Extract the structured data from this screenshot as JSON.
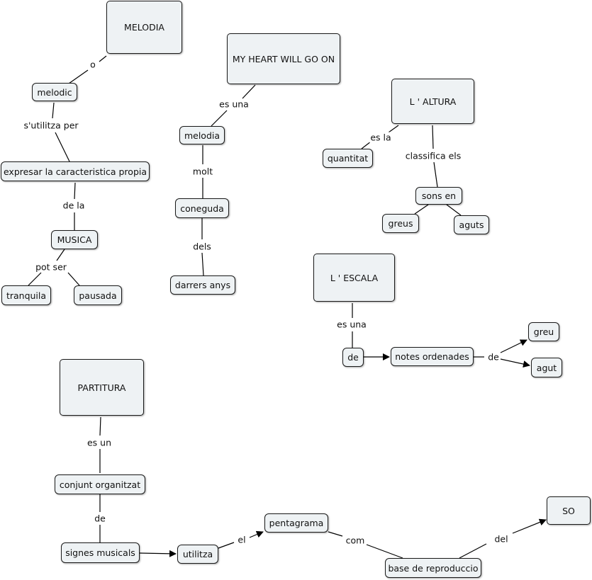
{
  "concepts": {
    "melodia_top": "MELODIA",
    "heart": "MY HEART WILL GO ON",
    "altura": "L ' ALTURA",
    "melodic": "melodic",
    "expresar": "expresar la caracteristica propia",
    "musica": "MUSICA",
    "tranquila": "tranquila",
    "pausada": "pausada",
    "melodia": "melodia",
    "coneguda": "coneguda",
    "darrers": "darrers anys",
    "quantitat": "quantitat",
    "sons": "sons en",
    "greus": "greus",
    "aguts": "aguts",
    "escala": "L ' ESCALA",
    "de_node": "de",
    "notes": "notes ordenades",
    "greu": "greu",
    "agut": "agut",
    "partitura": "PARTITURA",
    "conjunt": "conjunt organitzat",
    "signes": "signes musicals",
    "utilitza": "utilitza",
    "pentagrama": "pentagrama",
    "base": "base de reproduccio",
    "so": "SO"
  },
  "links": {
    "o": "o",
    "sutilitza": "s'utilitza per",
    "de_la": "de la",
    "pot_ser": "pot ser",
    "es_una_1": "es una",
    "molt": "molt",
    "dels": "dels",
    "es_la": "es la",
    "classifica": "classifica els",
    "es_una_2": "es una",
    "de_link": "de",
    "es_un": "es un",
    "de_link2": "de",
    "el": "el",
    "com": "com",
    "del": "del"
  }
}
